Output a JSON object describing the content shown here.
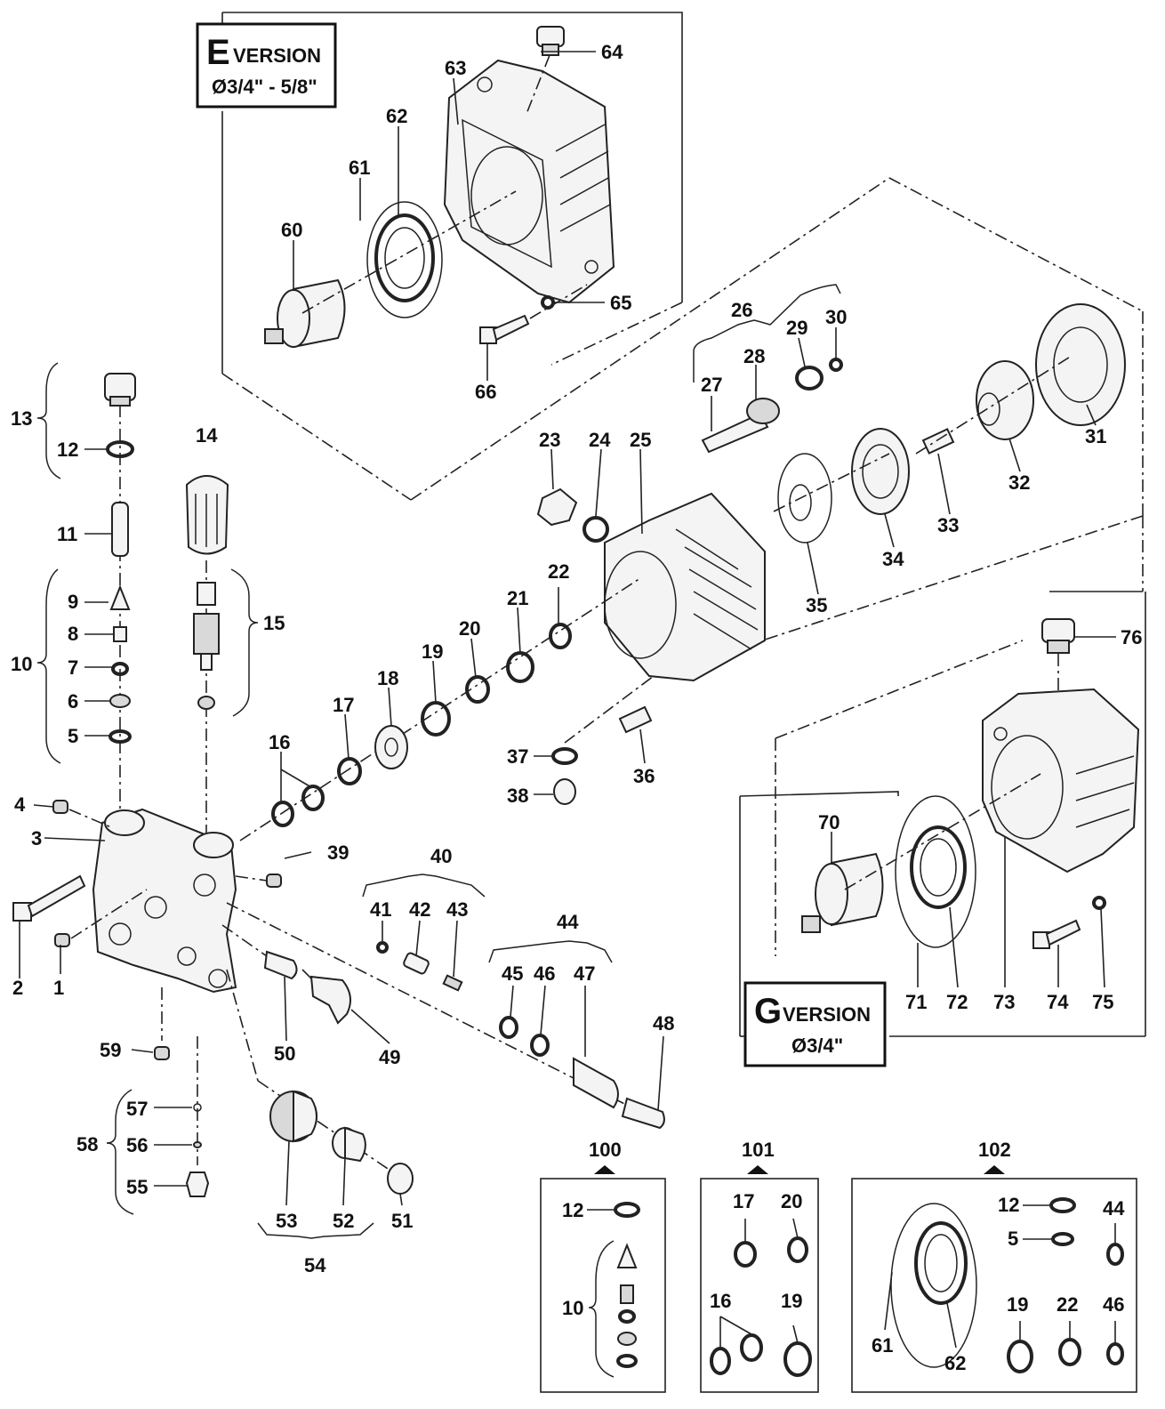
{
  "versions": {
    "e": {
      "letter": "E",
      "word": "VERSION",
      "size": "Ø3/4\" - 5/8\""
    },
    "g": {
      "letter": "G",
      "word": "VERSION",
      "size": "Ø3/4\""
    }
  },
  "kits": {
    "k100": {
      "number": "100",
      "items": [
        "12",
        "10"
      ]
    },
    "k101": {
      "number": "101",
      "items": [
        "17",
        "20",
        "16",
        "19"
      ]
    },
    "k102": {
      "number": "102",
      "items": [
        "12",
        "44",
        "5",
        "61",
        "62",
        "19",
        "22",
        "46"
      ]
    }
  },
  "labels": {
    "p1": "1",
    "p2": "2",
    "p3": "3",
    "p4": "4",
    "p5": "5",
    "p6": "6",
    "p7": "7",
    "p8": "8",
    "p9": "9",
    "p10": "10",
    "p11": "11",
    "p12": "12",
    "p13": "13",
    "p14": "14",
    "p15": "15",
    "p16": "16",
    "p17": "17",
    "p18": "18",
    "p19": "19",
    "p20": "20",
    "p21": "21",
    "p22": "22",
    "p23": "23",
    "p24": "24",
    "p25": "25",
    "p26": "26",
    "p27": "27",
    "p28": "28",
    "p29": "29",
    "p30": "30",
    "p31": "31",
    "p32": "32",
    "p33": "33",
    "p34": "34",
    "p35": "35",
    "p36": "36",
    "p37": "37",
    "p38": "38",
    "p39": "39",
    "p40": "40",
    "p41": "41",
    "p42": "42",
    "p43": "43",
    "p44": "44",
    "p45": "45",
    "p46": "46",
    "p47": "47",
    "p48": "48",
    "p49": "49",
    "p50": "50",
    "p51": "51",
    "p52": "52",
    "p53": "53",
    "p54": "54",
    "p55": "55",
    "p56": "56",
    "p57": "57",
    "p58": "58",
    "p59": "59",
    "p60": "60",
    "p61": "61",
    "p62": "62",
    "p63": "63",
    "p64": "64",
    "p65": "65",
    "p66": "66",
    "p70": "70",
    "p71": "71",
    "p72": "72",
    "p73": "73",
    "p74": "74",
    "p75": "75",
    "p76": "76"
  }
}
